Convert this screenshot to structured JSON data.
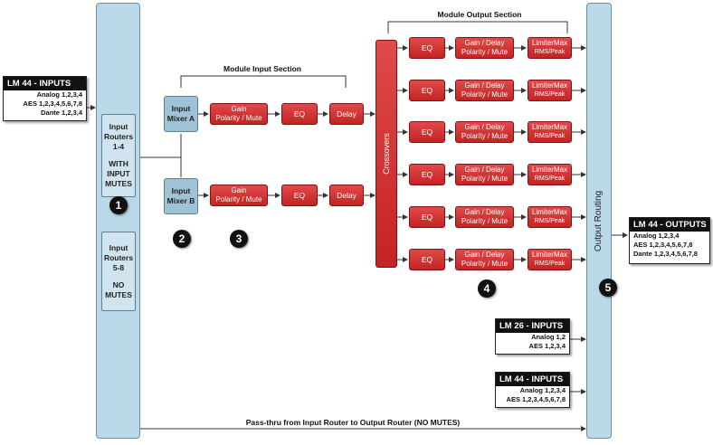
{
  "inputs_lm44": {
    "title": "LM 44 - INPUTS",
    "lines": [
      "Analog 1,2,3,4",
      "AES 1,2,3,4,5,6,7,8",
      "Dante 1,2,3,4"
    ]
  },
  "input_router_1": {
    "lines": [
      "Input",
      "Routers",
      "1-4",
      "",
      "WITH",
      "INPUT",
      "MUTES"
    ]
  },
  "input_router_2": {
    "lines": [
      "Input",
      "Routers",
      "5-8",
      "",
      "NO",
      "MUTES"
    ]
  },
  "module_input_section": "Module Input Section",
  "module_output_section": "Module Output Section",
  "mixer_a": [
    "Input",
    "Mixer A"
  ],
  "mixer_b": [
    "Input",
    "Mixer B"
  ],
  "gain_block": [
    "Gain",
    "Polarity / Mute"
  ],
  "eq_label": "EQ",
  "delay_label": "Delay",
  "crossovers_label": "Crossovers",
  "gain_delay_block": [
    "Gain / Delay",
    "Polarity / Mute"
  ],
  "limiter_block": [
    "LimiterMax",
    "RMS/Peak"
  ],
  "output_routing_label": "Output Routing",
  "outputs_lm44": {
    "title": "LM 44 - OUTPUTS",
    "lines": [
      "Analog 1,2,3,4",
      "AES 1,2,3,4,5,6,7,8",
      "Dante 1,2,3,4,5,6,7,8"
    ]
  },
  "inputs_lm26": {
    "title": "LM 26 - INPUTS",
    "lines": [
      "Analog 1,2",
      "AES 1,2,3,4"
    ]
  },
  "inputs_lm44_b": {
    "title": "LM 44 - INPUTS",
    "lines": [
      "Analog 1,2,3,4",
      "AES 1,2,3,4,5,6,7,8"
    ]
  },
  "passthru_label": "Pass-thru from Input Router to Output Router (NO MUTES)",
  "markers": [
    "1",
    "2",
    "3",
    "4",
    "5"
  ]
}
